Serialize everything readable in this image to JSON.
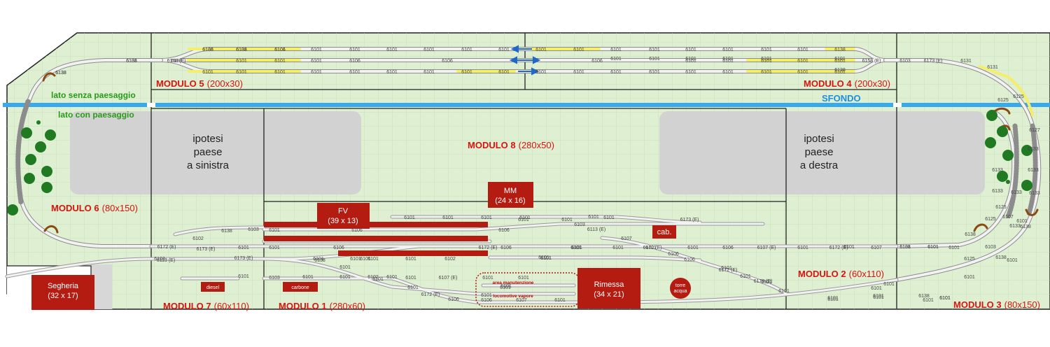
{
  "colors": {
    "board": "#deefd2",
    "grid": "#c5dcb8",
    "border": "#222222",
    "stripe": "#39a9ee",
    "building": "#b41c12",
    "town": "#d2d2d2",
    "tree": "#1f7a22",
    "track": "#f2f2f2",
    "track_highlight": "#f4ee6a",
    "arrow": "#2268c8"
  },
  "modules": [
    {
      "id": "m1",
      "name": "MODULO 1",
      "size": "(280x60)"
    },
    {
      "id": "m2",
      "name": "MODULO 2",
      "size": "(60x110)"
    },
    {
      "id": "m3",
      "name": "MODULO 3",
      "size": "(80x150)"
    },
    {
      "id": "m4",
      "name": "MODULO 4",
      "size": "(200x30)"
    },
    {
      "id": "m5",
      "name": "MODULO 5",
      "size": "(200x30)"
    },
    {
      "id": "m6",
      "name": "MODULO 6",
      "size": "(80x150)"
    },
    {
      "id": "m7",
      "name": "MODULO 7",
      "size": "(60x110)"
    },
    {
      "id": "m8",
      "name": "MODULO 8",
      "size": "(280x50)"
    }
  ],
  "labels": {
    "lato_senza": "lato senza paesaggio",
    "lato_con": "lato con paesaggio",
    "sfondo": "SFONDO",
    "town_left": [
      "ipotesi",
      "paese",
      "a sinistra"
    ],
    "town_right": [
      "ipotesi",
      "paese",
      "a destra"
    ],
    "maintenance": [
      "area manutenzione",
      "locomotive  vapore"
    ]
  },
  "buildings": {
    "segheria": [
      "Segheria",
      "(32 x 17)"
    ],
    "fv": [
      "FV",
      "(39 x 13)"
    ],
    "mm": [
      "MM",
      "(24 x 16)"
    ],
    "rimessa": [
      "Rimessa",
      "(34 x 21)"
    ],
    "cab": "cab.",
    "diesel": "diesel",
    "carbone": "carbone",
    "torre": [
      "torre",
      "acqua"
    ]
  },
  "track_codes": [
    "6138",
    "6101",
    "6101",
    "6158 (E)",
    "6138",
    "6101",
    "6101",
    "6101",
    "6101",
    "6101",
    "6101",
    "6101",
    "6101",
    "6101",
    "6101",
    "6101",
    "6101",
    "6101",
    "6106",
    "6106",
    "6101",
    "6101",
    "6101",
    "6101",
    "6101",
    "6101",
    "6101",
    "6101",
    "6101",
    "6101",
    "6101",
    "6101",
    "6101",
    "6101",
    "6101",
    "6101",
    "6101",
    "6101",
    "6101",
    "6101",
    "6101",
    "6138",
    "6106",
    "6101",
    "6101",
    "6101",
    "6101",
    "6158 (E)",
    "6101",
    "6101",
    "6101",
    "6101",
    "6101",
    "6101",
    "6101",
    "6101",
    "6101",
    "6138",
    "6103",
    "6173 (E)",
    "6131",
    "6131",
    "6125",
    "6125",
    "6127",
    "6133",
    "6133",
    "6133",
    "6133",
    "6125",
    "6138",
    "6138",
    "6101",
    "6138",
    "6125",
    "6133",
    "6133",
    "6133",
    "6125",
    "6138",
    "6138",
    "6101",
    "6138",
    "6103",
    "6172 (E)",
    "6102",
    "6173 (E)",
    "6101",
    "6173 (E)",
    "6101",
    "6113 (E)",
    "6103",
    "6101",
    "6101",
    "6103",
    "6106",
    "6106",
    "6101",
    "6101",
    "6101",
    "6101",
    "6101",
    "6101",
    "6101",
    "6101",
    "6173 (E)",
    "6103",
    "6113 (E)",
    "6106",
    "6107",
    "6172 (E)",
    "6106",
    "6102",
    "6101",
    "6101",
    "6106",
    "6107 (E)",
    "6101",
    "6101",
    "6101",
    "6101",
    "6172 (E)",
    "6101",
    "6101",
    "6101",
    "6101",
    "6101",
    "6101",
    "6101",
    "6106",
    "6106",
    "6172 (E)",
    "6107",
    "6172 (E)",
    "6101",
    "6101",
    "6101",
    "6101",
    "6101",
    "6101",
    "6101",
    "6101",
    "6101",
    "6103",
    "6138",
    "6101",
    "6101",
    "6173 (E)",
    "6101",
    "6101",
    "6101",
    "6101",
    "6101",
    "6102",
    "6101",
    "6101",
    "6107 (E)",
    "6101",
    "6101",
    "6101",
    "6101",
    "6101",
    "6172 (E)",
    "6106",
    "6107",
    "6101",
    "6101",
    "6106",
    "6101",
    "6101",
    "6107",
    "6101",
    "6101",
    "6101",
    "6101",
    "6101",
    "6101",
    "6106",
    "6138",
    "6106",
    "6138",
    "6138",
    "6138"
  ]
}
